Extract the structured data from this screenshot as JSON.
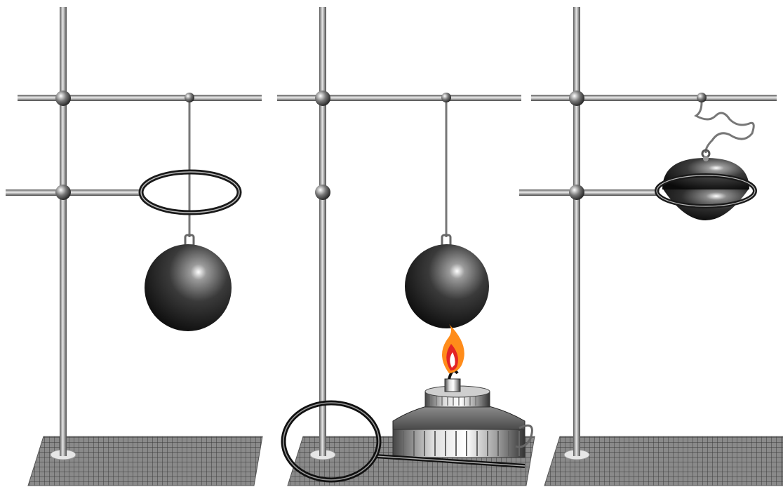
{
  "figure": {
    "panels": [
      {
        "id": "panel-1",
        "items": [
          "stand-base",
          "vertical-rod",
          "upper-crossbar",
          "lower-crossbar",
          "metal-ring",
          "hanging-thread",
          "metal-ball"
        ]
      },
      {
        "id": "panel-2",
        "items": [
          "stand-base",
          "vertical-rod",
          "upper-crossbar",
          "hanging-thread",
          "metal-ball",
          "alcohol-lamp",
          "flame",
          "metal-ring-with-handle"
        ]
      },
      {
        "id": "panel-3",
        "items": [
          "stand-base",
          "vertical-rod",
          "upper-crossbar",
          "lower-crossbar",
          "metal-ring",
          "hanging-chain",
          "metal-ball"
        ]
      }
    ]
  },
  "colors": {
    "rod": "#8f8f8f",
    "ball": "#1a1a1a",
    "base_grid": "#6a6a6a",
    "flame_outer": "#ff8c1a",
    "flame_inner": "#e32424"
  }
}
